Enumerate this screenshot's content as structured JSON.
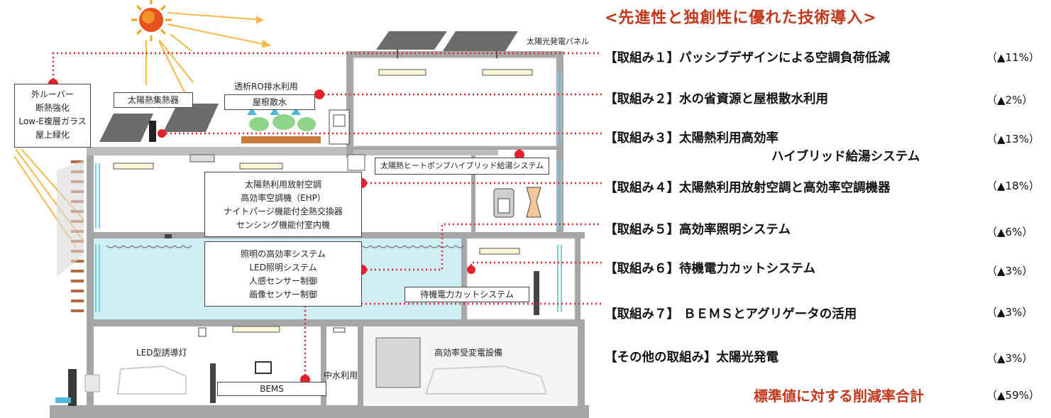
{
  "heading": "<先進性と独創性に優れた技術導入>",
  "initiatives": [
    {
      "title": "【取組み１】パッシブデザインによる空調負荷低減",
      "title2": "",
      "reduction": "（▲11%）"
    },
    {
      "title": "【取組み２】水の省資源と屋根散水利用",
      "title2": "",
      "reduction": "（▲2%）"
    },
    {
      "title": "【取組み３】太陽熱利用高効率",
      "title2": "ハイブリッド給湯システム",
      "reduction": "（▲13%）"
    },
    {
      "title": "【取組み４】太陽熱利用放射空調と高効率空調機器",
      "title2": "",
      "reduction": "（▲18%）"
    },
    {
      "title": "【取組み５】高効率照明システム",
      "title2": "",
      "reduction": "（▲6%）"
    },
    {
      "title": "【取組み６】待機電力カットシステム",
      "title2": "",
      "reduction": "（▲3%）"
    },
    {
      "title": "【取組み７】 ＢＥＭＳとアグリゲータの活用",
      "title2": "",
      "reduction": "（▲3%）"
    },
    {
      "title": "【その他の取組み】太陽光発電",
      "title2": "",
      "reduction": "（▲3%）"
    }
  ],
  "total": {
    "label": "標準値に対する削減率合計",
    "value": "（▲59%）"
  },
  "diagram": {
    "solar_panel": "太陽光発電パネル",
    "solar_collector": "太陽熱集熱器",
    "ro_water": "透析RO排水利用",
    "roof_sprinkle": "屋根散水",
    "passive_box": [
      "外ルーバー",
      "断熱強化",
      "Low-E複層ガラス",
      "屋上緑化"
    ],
    "heat_pump": "太陽熱ヒートポンプハイブリッド給湯システム",
    "hvac_box": [
      "太陽熱利用放射空調",
      "高効率空調機（EHP）",
      "ナイトパージ機能付全熱交換器",
      "センシング機能付室内機"
    ],
    "lighting_box": [
      "照明の高効率システム",
      "LED照明システム",
      "人感センサー制御",
      "画像センサー制御"
    ],
    "standby": "待機電力カットシステム",
    "led_guide": "LED型誘導灯",
    "bems": "BEMS",
    "gray_water": "中水利用",
    "substation": "高効率受変電設備"
  },
  "colors": {
    "accent": "#c2371a",
    "dot": "#e5212b",
    "sun": "#f08a1e",
    "water": "#cdeef3",
    "structure": "#a6a6a6"
  }
}
